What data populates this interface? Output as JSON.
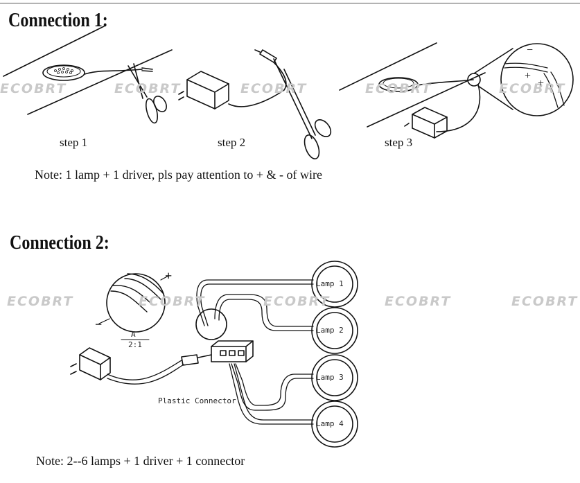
{
  "connection1": {
    "title": "Connection 1:",
    "steps": [
      "step 1",
      "step 2",
      "step 3"
    ],
    "note": "Note:  1 lamp + 1 driver, pls pay attention to + & - of wire",
    "polarity": {
      "minus": "−",
      "plus": "+",
      "plus2": "+"
    }
  },
  "connection2": {
    "title": "Connection 2:",
    "lamps": [
      "Lamp 1",
      "Lamp 2",
      "Lamp 3",
      "Lamp 4"
    ],
    "connector_label": "Plastic Connector",
    "detail_label_a": "A",
    "detail_scale": "2:1",
    "polarity": {
      "plus": "+",
      "minus": "−"
    },
    "note": "Note:  2--6 lamps + 1 driver + 1 connector"
  },
  "watermark": "ECOBRT",
  "colors": {
    "line": "#111111",
    "watermark": "#c9c9c9",
    "background": "#ffffff"
  }
}
